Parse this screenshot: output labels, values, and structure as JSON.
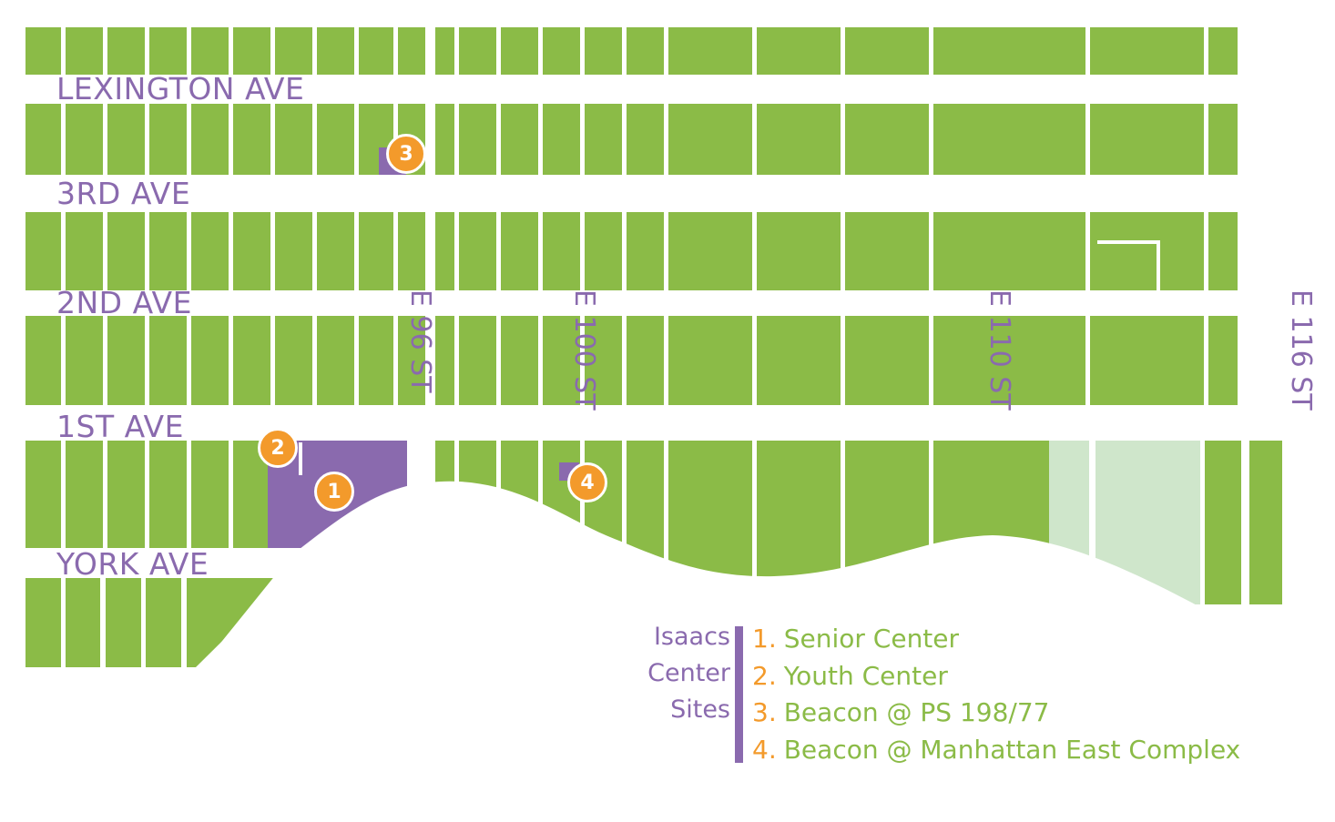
{
  "colors": {
    "block": "#8bbb47",
    "park": "#cfe6cb",
    "site": "#8a6aae",
    "marker": "#f39a2b",
    "label": "#8a6aae",
    "legend_text": "#8bbb47",
    "legend_num": "#f39a2b"
  },
  "avenues": [
    {
      "id": "lexington",
      "label": "LEXINGTON AVE"
    },
    {
      "id": "third",
      "label": "3RD AVE"
    },
    {
      "id": "second",
      "label": "2ND AVE"
    },
    {
      "id": "first",
      "label": "1ST AVE"
    },
    {
      "id": "york",
      "label": "YORK AVE"
    }
  ],
  "streets": [
    {
      "id": "e96",
      "label": "E 96 ST"
    },
    {
      "id": "e100",
      "label": "E 100 ST"
    },
    {
      "id": "e110",
      "label": "E 110 ST"
    },
    {
      "id": "e116",
      "label": "E 116 ST"
    }
  ],
  "markers": [
    {
      "id": "1",
      "label": "1",
      "icon": "circle-number"
    },
    {
      "id": "2",
      "label": "2",
      "icon": "circle-number"
    },
    {
      "id": "3",
      "label": "3",
      "icon": "circle-number"
    },
    {
      "id": "4",
      "label": "4",
      "icon": "circle-number"
    }
  ],
  "legend": {
    "title_lines": [
      "Isaacs",
      "Center",
      "Sites"
    ],
    "items": [
      {
        "number": "1.",
        "text": "Senior Center"
      },
      {
        "number": "2.",
        "text": "Youth Center"
      },
      {
        "number": "3.",
        "text": "Beacon @ PS 198/77"
      },
      {
        "number": "4.",
        "text": "Beacon @ Manhattan East Complex"
      }
    ]
  }
}
